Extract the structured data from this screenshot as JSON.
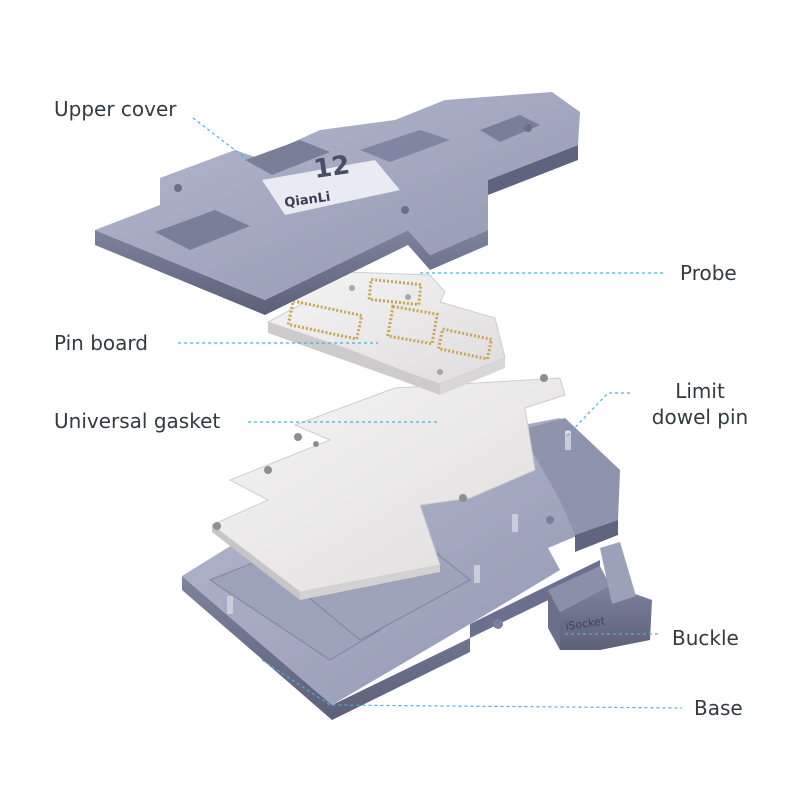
{
  "labels": {
    "upper_cover": "Upper cover",
    "pin_board": "Pin board",
    "universal_gasket": "Universal gasket",
    "probe": "Probe",
    "limit_dowel_pin_line1": "Limit",
    "limit_dowel_pin_line2": "dowel pin",
    "buckle": "Buckle",
    "base": "Base"
  },
  "imprints": {
    "brand_on_cover": "QianLi",
    "model_on_cover": "12",
    "brand_on_buckle": "iSocket"
  },
  "colors": {
    "metal_light": "#a3a8c1",
    "metal_mid": "#878ca8",
    "metal_dark": "#626782",
    "board_white": "#eceaea",
    "probe_gold": "#c9a453",
    "leader_line": "#4bb0d8",
    "label_text": "#333a40"
  }
}
